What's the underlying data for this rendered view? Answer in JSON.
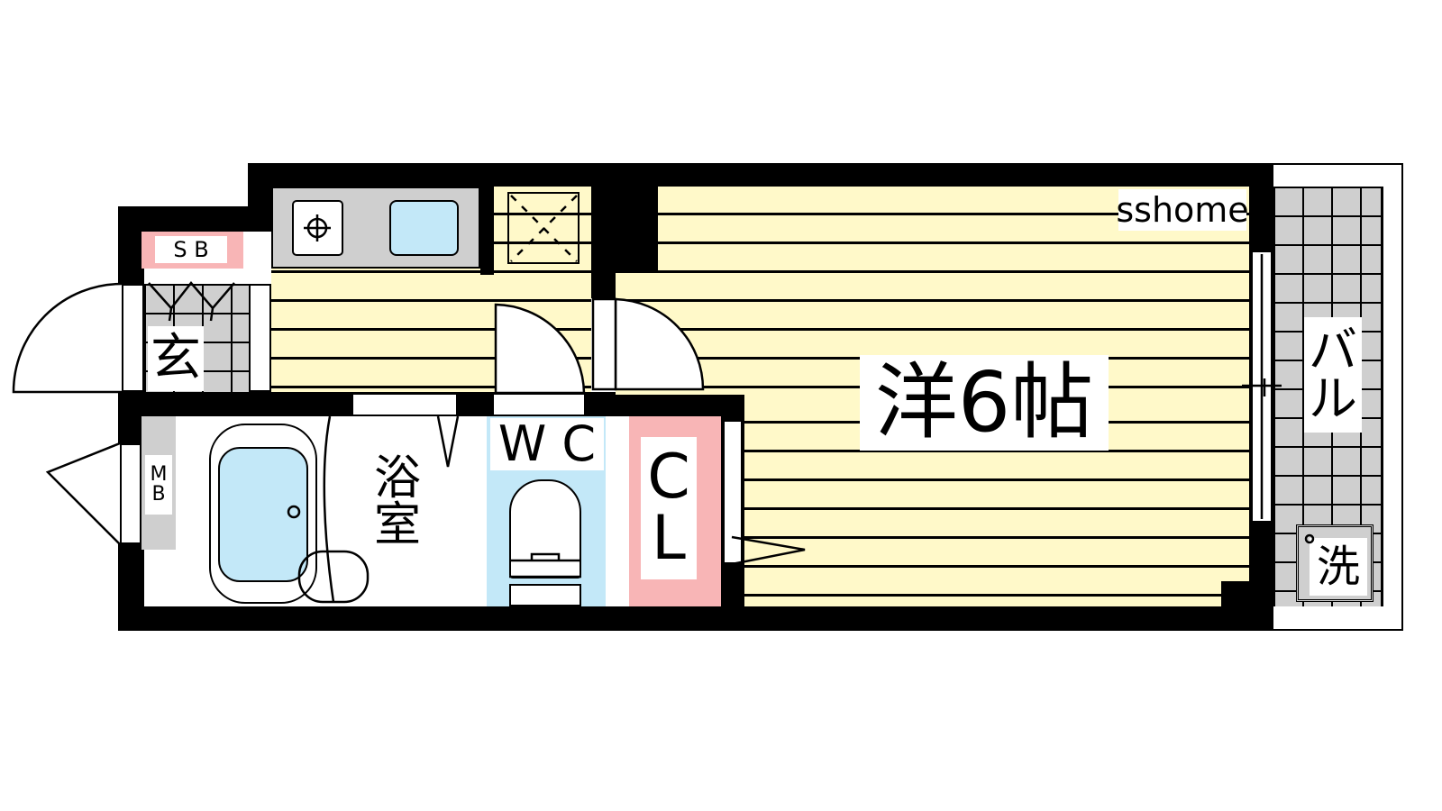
{
  "rooms": {
    "western_room": "洋6帖",
    "entrance": "玄",
    "shoe_box": "S B",
    "meter_box_1": "M",
    "meter_box_2": "B",
    "bathroom_1": "浴",
    "bathroom_2": "室",
    "toilet": "W C",
    "closet_1": "C",
    "closet_2": "L",
    "balcony_1": "バ",
    "balcony_2": "ル",
    "washer": "洗"
  },
  "watermark": "sshome",
  "colors": {
    "floor": "#fff9c9",
    "tile": "#cfcfcf",
    "pink": "#f8b5b6",
    "blue": "#c3e8f8",
    "wall": "#000000"
  }
}
